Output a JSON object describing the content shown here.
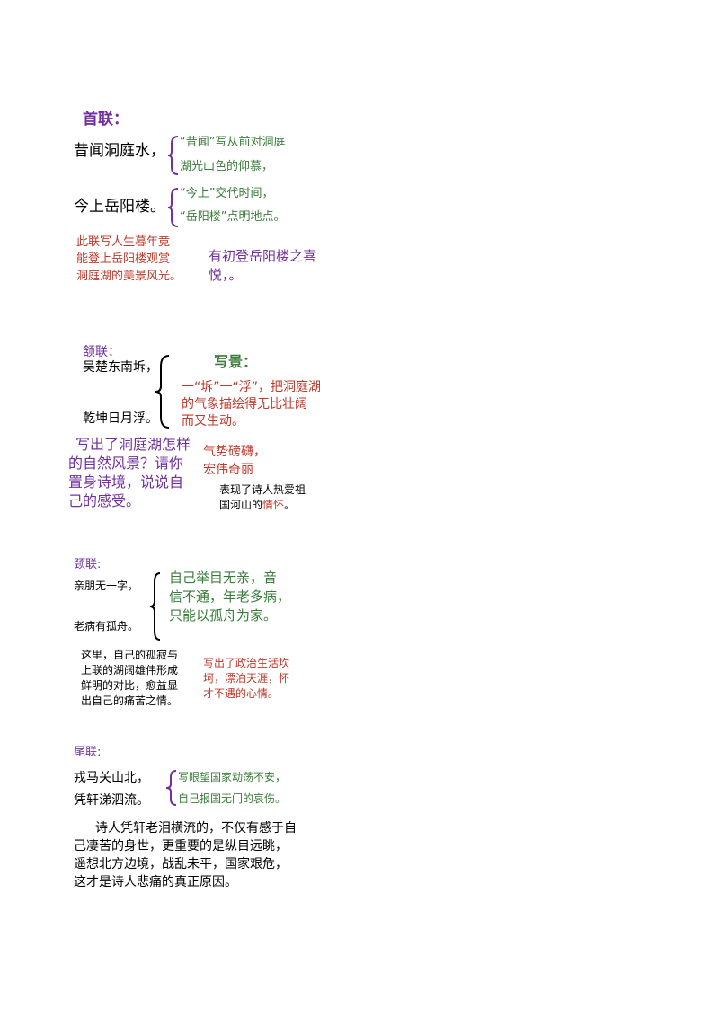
{
  "s1": {
    "heading": "首联：",
    "line1": "昔闻洞庭水，",
    "line2": "今上岳阳楼。",
    "note1a": "“昔闻”写从前对洞庭",
    "note1b": "湖光山色的仰慕，",
    "note2a": "“今上”交代时间，",
    "note2b": "“岳阳楼”点明地点。",
    "summary1": "此联写人生暮年竟",
    "summary2": "能登上岳阳楼观赏",
    "summary3": "洞庭湖的美景风光。",
    "feel1": "有初登岳阳楼之喜",
    "feel2": "悦，。"
  },
  "s2": {
    "heading": "颔联：",
    "line1": "吴楚东南坼，",
    "line2": "乾坤日月浮。",
    "label": "写景：",
    "note1": "一“坼”一“浮”，把洞庭湖",
    "note2": "的气象描绘得无比壮阔",
    "note3": "而又生动。",
    "q1": "写出了洞庭湖怎样",
    "q2": "的自然风景？请你",
    "q3": "置身诗境，说说自",
    "q4": "己的感受。",
    "ans1": "气势磅礴，",
    "ans2": "宏伟奇丽",
    "emo1": "表现了诗人热爱祖",
    "emo2a": "国河山的",
    "emo2b": "情怀",
    "emo2c": "。"
  },
  "s3": {
    "heading": "颈联:",
    "line1": "亲朋无一字，",
    "line2": "老病有孤舟。",
    "note1": "自己举目无亲，音",
    "note2": "信不通，年老多病，",
    "note3": "只能以孤舟为家。",
    "contrast1": "这里，自己的孤寂与",
    "contrast2": "上联的湖阔雄伟形成",
    "contrast3": "鲜明的对比，愈益显",
    "contrast4": "出自己的痛苦之情。",
    "life1": "写出了政治生活坎",
    "life2": "坷，漂泊天涯，怀",
    "life3": "才不遇的心情。"
  },
  "s4": {
    "heading": "尾联:",
    "line1": "戎马关山北，",
    "line2": "凭轩涕泗流。",
    "note1": "写眼望国家动荡不安，",
    "note2": "自己报国无门的哀伤。",
    "para1": "诗人凭轩老泪横流的，不仅有感于自",
    "para2": "己凄苦的身世，更重要的是纵目远眺，",
    "para3": "遥想北方边境，战乱未平，国家艰危，",
    "para4": "这才是诗人悲痛的真正原因。"
  },
  "colors": {
    "purple": "#7030a0",
    "green": "#3a7d3a",
    "red": "#c0392b"
  }
}
